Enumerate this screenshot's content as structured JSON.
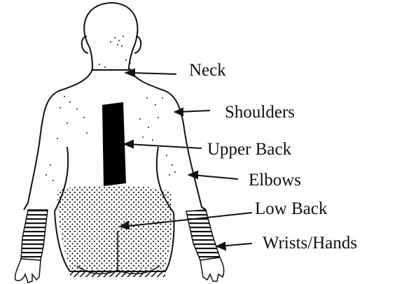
{
  "figure": {
    "labels": [
      {
        "id": "neck",
        "text": "Neck"
      },
      {
        "id": "shoulders",
        "text": "Shoulders"
      },
      {
        "id": "upper-back",
        "text": "Upper Back"
      },
      {
        "id": "elbows",
        "text": "Elbows"
      },
      {
        "id": "low-back",
        "text": "Low Back"
      },
      {
        "id": "wrists-hands",
        "text": "Wrists/Hands"
      }
    ]
  }
}
